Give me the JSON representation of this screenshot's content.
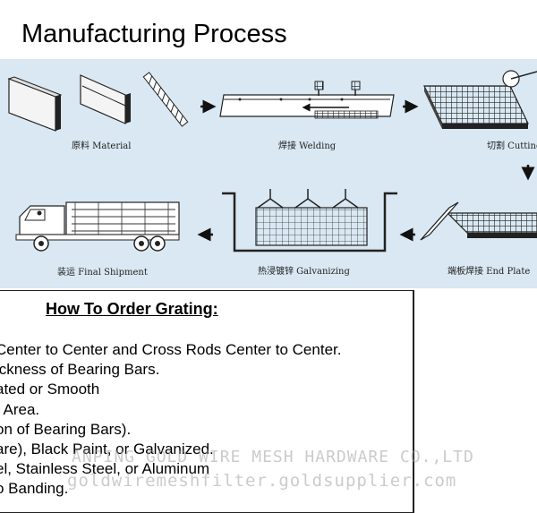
{
  "title": "Manufacturing Process",
  "steps": {
    "material": "原料 Material",
    "welding": "焊接 Welding",
    "cutting": "切割 Cutting",
    "end_plate": "端板焊接 End Plate",
    "galvanizing": "热浸镀锌 Galvanizing",
    "final_shipment": "装运 Final Shipment"
  },
  "order": {
    "heading": "How To Order Grating:",
    "items": [
      "Center to Center and Cross Rods Center to Center.",
      "ickness of Bearing Bars.",
      "ated or Smooth",
      "f Area.",
      "on of Bearing Bars).",
      "are), Black Paint, or Galvanized.",
      "el, Stainless Steel, or Aluminum",
      "o Banding."
    ]
  },
  "watermark": {
    "line1": "ANPING GOLD WIRE MESH HARDWARE CO.,LTD",
    "line2": "goldwiremeshfilter.goldsupplier.com"
  },
  "colors": {
    "diagram_bg": "#d9e8f2",
    "ink": "#222222"
  }
}
